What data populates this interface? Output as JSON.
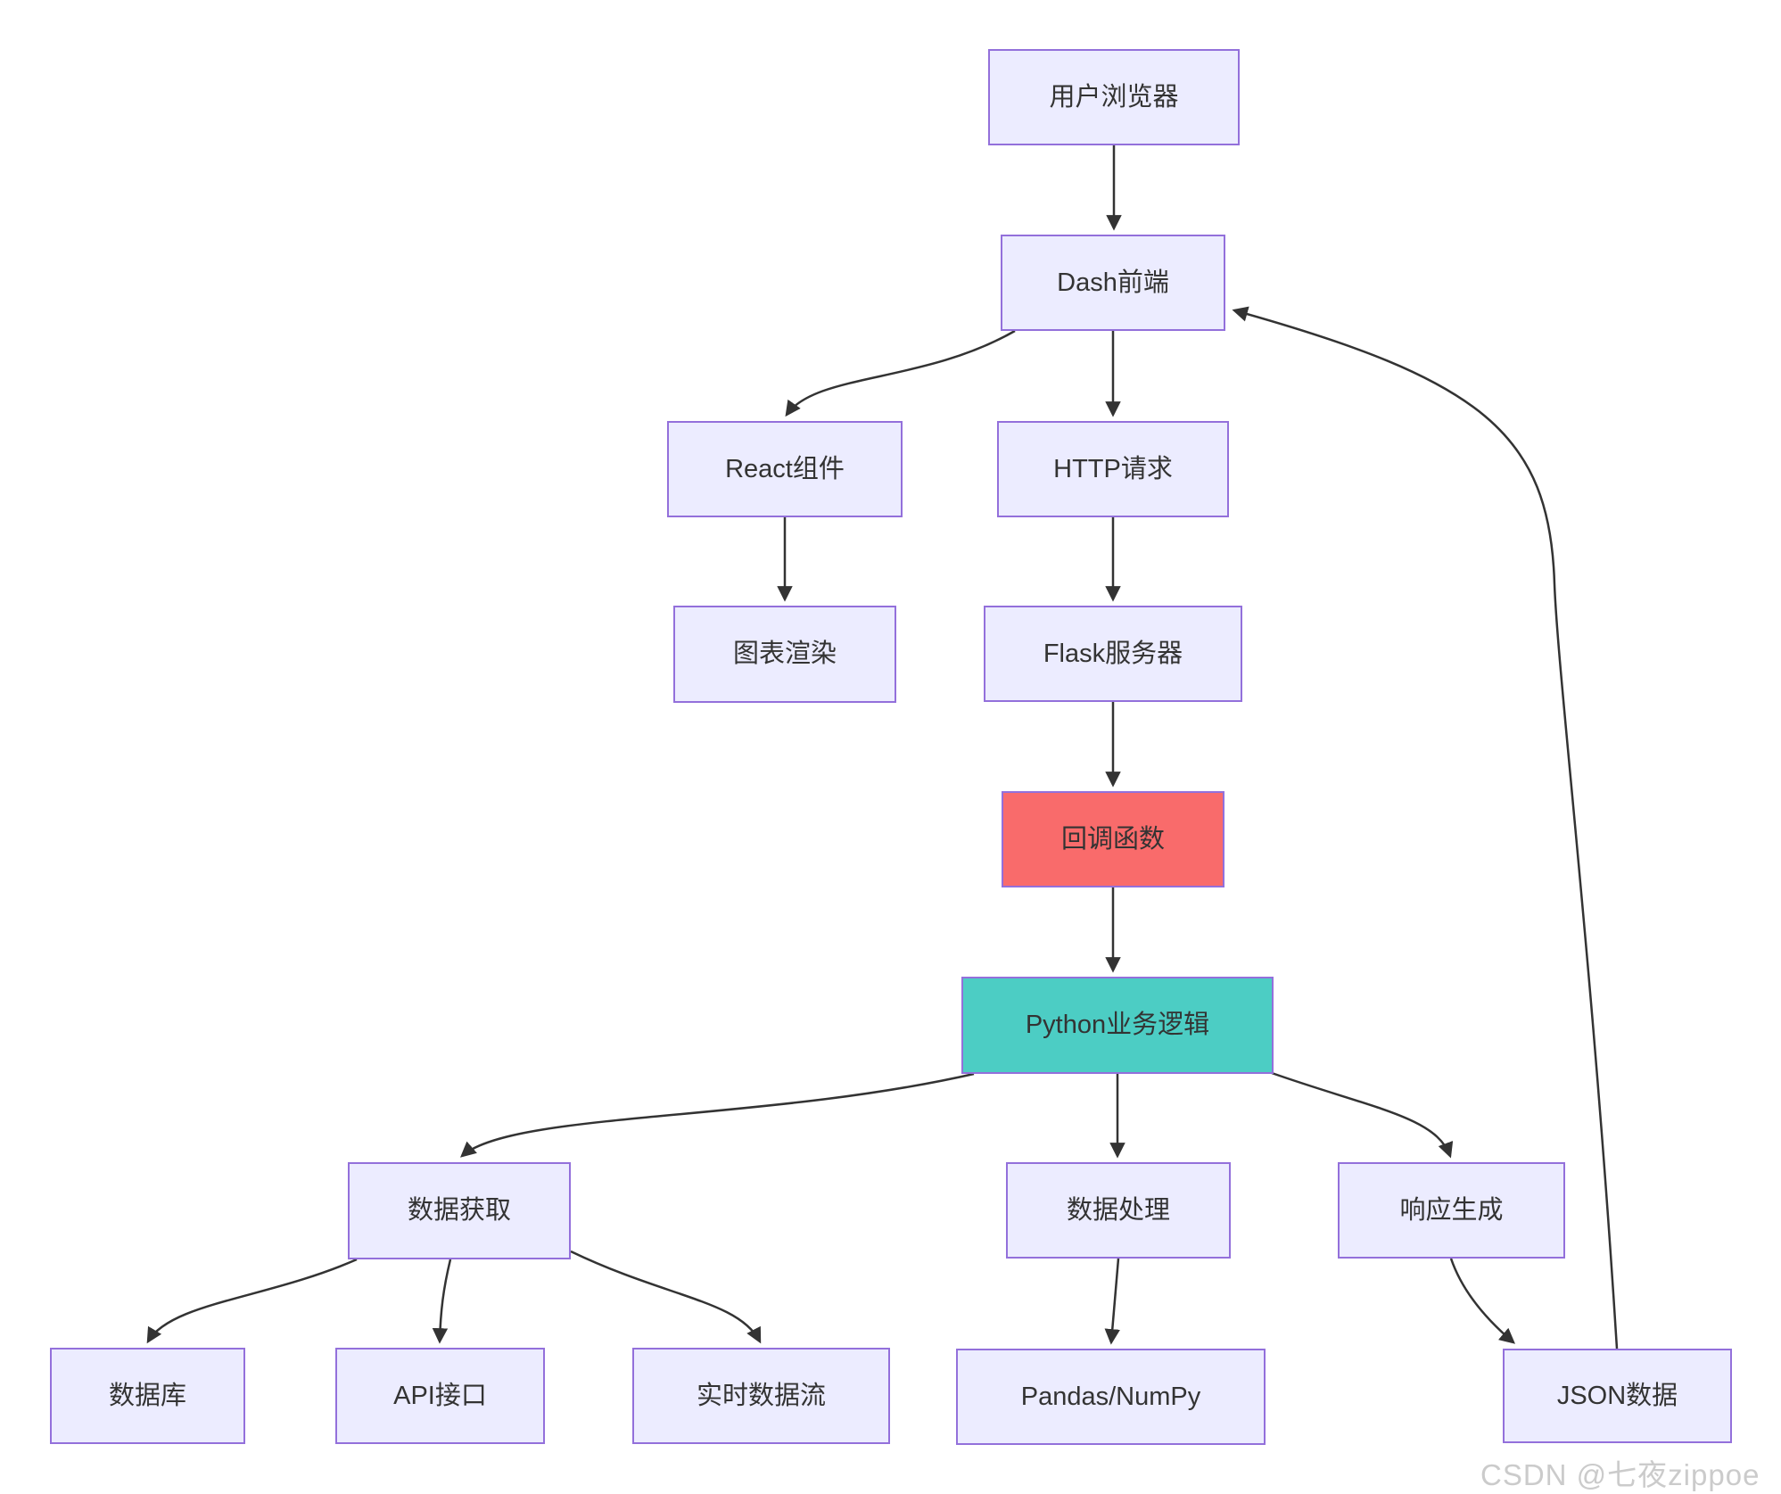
{
  "diagram": {
    "type": "flowchart",
    "watermark": "CSDN @七夜zippoe",
    "colors": {
      "node_fill": "#ECECFF",
      "node_border": "#9370DB",
      "callback_node_fill": "#F96B6B",
      "logic_node_fill": "#4CCDC4",
      "edge_stroke": "#333333",
      "text": "#333333",
      "watermark_text": "#CBCBCB"
    },
    "nodes": [
      {
        "id": "user-browser",
        "label": "用户浏览器",
        "style": "default"
      },
      {
        "id": "dash-frontend",
        "label": "Dash前端",
        "style": "default"
      },
      {
        "id": "react-components",
        "label": "React组件",
        "style": "default"
      },
      {
        "id": "http-request",
        "label": "HTTP请求",
        "style": "default"
      },
      {
        "id": "chart-rendering",
        "label": "图表渲染",
        "style": "default"
      },
      {
        "id": "flask-server",
        "label": "Flask服务器",
        "style": "default"
      },
      {
        "id": "callback-function",
        "label": "回调函数",
        "style": "red"
      },
      {
        "id": "python-business-logic",
        "label": "Python业务逻辑",
        "style": "teal"
      },
      {
        "id": "data-fetch",
        "label": "数据获取",
        "style": "default"
      },
      {
        "id": "data-processing",
        "label": "数据处理",
        "style": "default"
      },
      {
        "id": "response-generation",
        "label": "响应生成",
        "style": "default"
      },
      {
        "id": "database",
        "label": "数据库",
        "style": "default"
      },
      {
        "id": "api-interface",
        "label": "API接口",
        "style": "default"
      },
      {
        "id": "realtime-data-stream",
        "label": "实时数据流",
        "style": "default"
      },
      {
        "id": "pandas-numpy",
        "label": "Pandas/NumPy",
        "style": "default"
      },
      {
        "id": "json-data",
        "label": "JSON数据",
        "style": "default"
      }
    ],
    "edges": [
      {
        "from": "user-browser",
        "to": "dash-frontend"
      },
      {
        "from": "dash-frontend",
        "to": "react-components"
      },
      {
        "from": "dash-frontend",
        "to": "http-request"
      },
      {
        "from": "react-components",
        "to": "chart-rendering"
      },
      {
        "from": "http-request",
        "to": "flask-server"
      },
      {
        "from": "flask-server",
        "to": "callback-function"
      },
      {
        "from": "callback-function",
        "to": "python-business-logic"
      },
      {
        "from": "python-business-logic",
        "to": "data-fetch"
      },
      {
        "from": "python-business-logic",
        "to": "data-processing"
      },
      {
        "from": "python-business-logic",
        "to": "response-generation"
      },
      {
        "from": "data-fetch",
        "to": "database"
      },
      {
        "from": "data-fetch",
        "to": "api-interface"
      },
      {
        "from": "data-fetch",
        "to": "realtime-data-stream"
      },
      {
        "from": "data-processing",
        "to": "pandas-numpy"
      },
      {
        "from": "response-generation",
        "to": "json-data"
      },
      {
        "from": "json-data",
        "to": "dash-frontend"
      }
    ]
  }
}
